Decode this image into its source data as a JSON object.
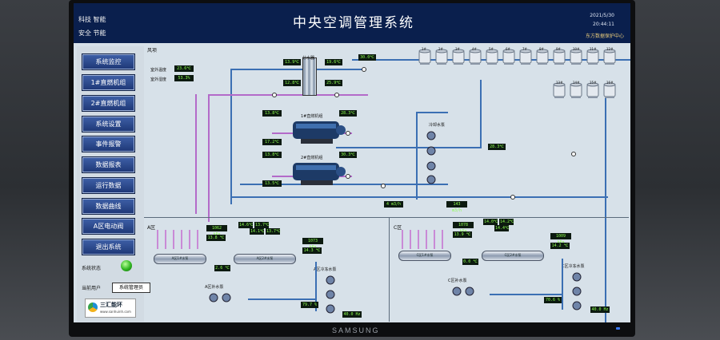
{
  "header": {
    "slogan_line1": "科技  智能",
    "slogan_line2": "安全  节能",
    "title": "中央空调管理系统",
    "date": "2021/5/30",
    "time": "20:44:11",
    "company": "东方数据保护中心"
  },
  "sidebar": {
    "items": [
      {
        "label": "系统监控"
      },
      {
        "label": "1#直燃机组"
      },
      {
        "label": "2#直燃机组"
      },
      {
        "label": "系统设置"
      },
      {
        "label": "事件报警"
      },
      {
        "label": "数据报表"
      },
      {
        "label": "运行数据"
      },
      {
        "label": "数据曲线"
      },
      {
        "label": "A区电动阀"
      },
      {
        "label": "退出系统"
      }
    ],
    "status_label": "系统状态",
    "user_label": "当前用户",
    "user_value": "系统管理员",
    "logo_name": "三汇能环",
    "logo_url": "www.sanhuinh.com"
  },
  "diagram": {
    "section_wind": "风项",
    "outdoor_temp_label": "室外温度",
    "outdoor_temp": "23.6℃",
    "outdoor_humidity_label": "室外湿度",
    "outdoor_humidity": "53.3%",
    "manifold_label": "分水器",
    "cooling_pump_label": "冷却水泵",
    "chiller1_label": "1#直燃机组",
    "chiller2_label": "2#直燃机组",
    "top_left_temp1": "13.9℃",
    "top_left_temp2": "12.8℃",
    "top_right_temp1": "19.6℃",
    "top_right_temp2": "25.9℃",
    "tower_supply_temp": "30.0℃",
    "ch1_in": "13.8℃",
    "ch1_out": "17.2℃",
    "ch1_right": "28.3℃",
    "ch2_in": "13.8℃",
    "ch2_out": "13.5℃",
    "ch2_right": "30.3℃",
    "pump_out_temp": "28.3℃",
    "flow1": "4 m3/h",
    "flow2": "143 m3/h",
    "towers_row1": [
      "1#",
      "2#",
      "3#",
      "4#",
      "5#",
      "6#",
      "7#",
      "8#",
      "9#",
      "10#",
      "11#",
      "12#"
    ],
    "towers_row2": [
      "13#",
      "14#",
      "15#",
      "16#"
    ],
    "zone_a": "A区",
    "zone_c": "C区",
    "a_pressure": "1062 kPa",
    "a_temp1": "13.8 ℃",
    "a_mini": [
      "14.6℃",
      "13.7℃",
      "14.1℃",
      "13.7℃"
    ],
    "a_press2": "1073 kPa",
    "a_temp2": "14.3 ℃",
    "a_hx1": "A区1#水泵",
    "a_hx2": "A区2#水泵",
    "a_small_val": "2.6 ℃",
    "a_pump_label": "A区补水泵",
    "a_pump2_label": "A区冷冻水泵",
    "a_percent": "79.7 %",
    "a_hz": "40.0 Hz",
    "c_pressure": "1078 kPa",
    "c_temp1": "13.9 ℃",
    "c_mini": [
      "14.0℃",
      "14.2℃",
      "14.4℃"
    ],
    "c_press2": "1009 kPa",
    "c_temp2": "14.2 ℃",
    "c_hx1": "C区1#水泵",
    "c_hx2": "C区2#水泵",
    "c_small_val": "0.0 ℃",
    "c_pump_label": "C区补水泵",
    "c_pump2_label": "C区冷冻水泵",
    "c_percent": "70.6 %",
    "c_hz": "40.0 Hz"
  },
  "monitor": {
    "brand": "SAMSUNG"
  }
}
